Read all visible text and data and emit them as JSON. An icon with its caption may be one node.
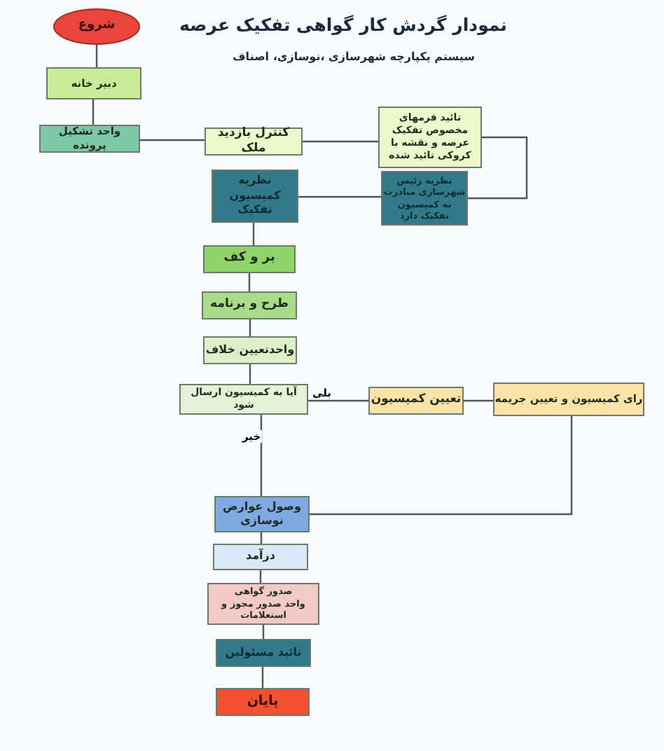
{
  "diagram": {
    "title": "نمودار گردش کار گواهی تفکیک عرصه",
    "nodes": [
      {
        "text": [
          "شروع"
        ]
      },
      {
        "text": [
          "دبیر خانه"
        ]
      },
      {
        "text": [
          "واحد تشکیل پرونده"
        ]
      },
      {
        "text": [
          "کنترل بازدید ملک"
        ]
      },
      {
        "text": [
          "تائید فرمهای مخصوص تفکیک عرصه و نقشه با کروکی تائید شده"
        ]
      },
      {
        "text": [
          "نظریه رئیس شهرسازی مبادرت به کمیسیون تفکیک دارد"
        ]
      },
      {
        "text": [
          "نظریه کمیسیون تفکیک"
        ]
      },
      {
        "text": [
          "بر و کف"
        ]
      },
      {
        "text": [
          "طرح و برنامه"
        ]
      },
      {
        "text": [
          "واحدتعیین خلاف"
        ]
      },
      {
        "text": [
          "آیا به کمیسیون ارسال شود"
        ]
      },
      {
        "text": [
          "تعیین کمیسیون"
        ]
      },
      {
        "text": [
          "رای کمیسیون و تعیین جریمه"
        ]
      },
      {
        "text": [
          "وصول عوارض نوسازی"
        ]
      },
      {
        "text": [
          "درآمد"
        ]
      },
      {
        "text": [
          "صدور گواهی",
          "واحد صدور مجوز و استعلامات"
        ]
      },
      {
        "text": [
          "تائید مسئولین"
        ]
      },
      {
        "text": [
          "پایان"
        ]
      }
    ],
    "edges": [
      {
        "from": 0,
        "to": 1,
        "arrow": "none"
      },
      {
        "from": 1,
        "to": 2,
        "arrow": "none"
      },
      {
        "from": 2,
        "to": 3,
        "arrow": "none"
      },
      {
        "from": 3,
        "to": 4,
        "arrow": "none"
      },
      {
        "from": 4,
        "to": 5,
        "arrow": "none"
      },
      {
        "from": 5,
        "to": 6,
        "arrow": "none"
      },
      {
        "from": 6,
        "to": 7,
        "arrow": "none"
      },
      {
        "from": 7,
        "to": 8,
        "arrow": "none"
      },
      {
        "from": 8,
        "to": 9,
        "arrow": "none"
      },
      {
        "from": 9,
        "to": 10,
        "arrow": "none"
      },
      {
        "from": 10,
        "to": 11,
        "arrow": "none",
        "label": "بلی"
      },
      {
        "from": 11,
        "to": 12,
        "arrow": "none"
      },
      {
        "from": 10,
        "to": 13,
        "arrow": "none",
        "label": "خیر"
      },
      {
        "from": 12,
        "to": 13,
        "arrow": "none"
      },
      {
        "from": 13,
        "to": 14,
        "arrow": "none"
      },
      {
        "from": 14,
        "to": 15,
        "arrow": "none"
      },
      {
        "from": 15,
        "to": 16,
        "arrow": "none"
      },
      {
        "from": 16,
        "to": 17,
        "arrow": "none"
      }
    ],
    "labels": [
      "سیستم یکپارچه شهرسازی ،نوسازی، اصناف"
    ]
  }
}
